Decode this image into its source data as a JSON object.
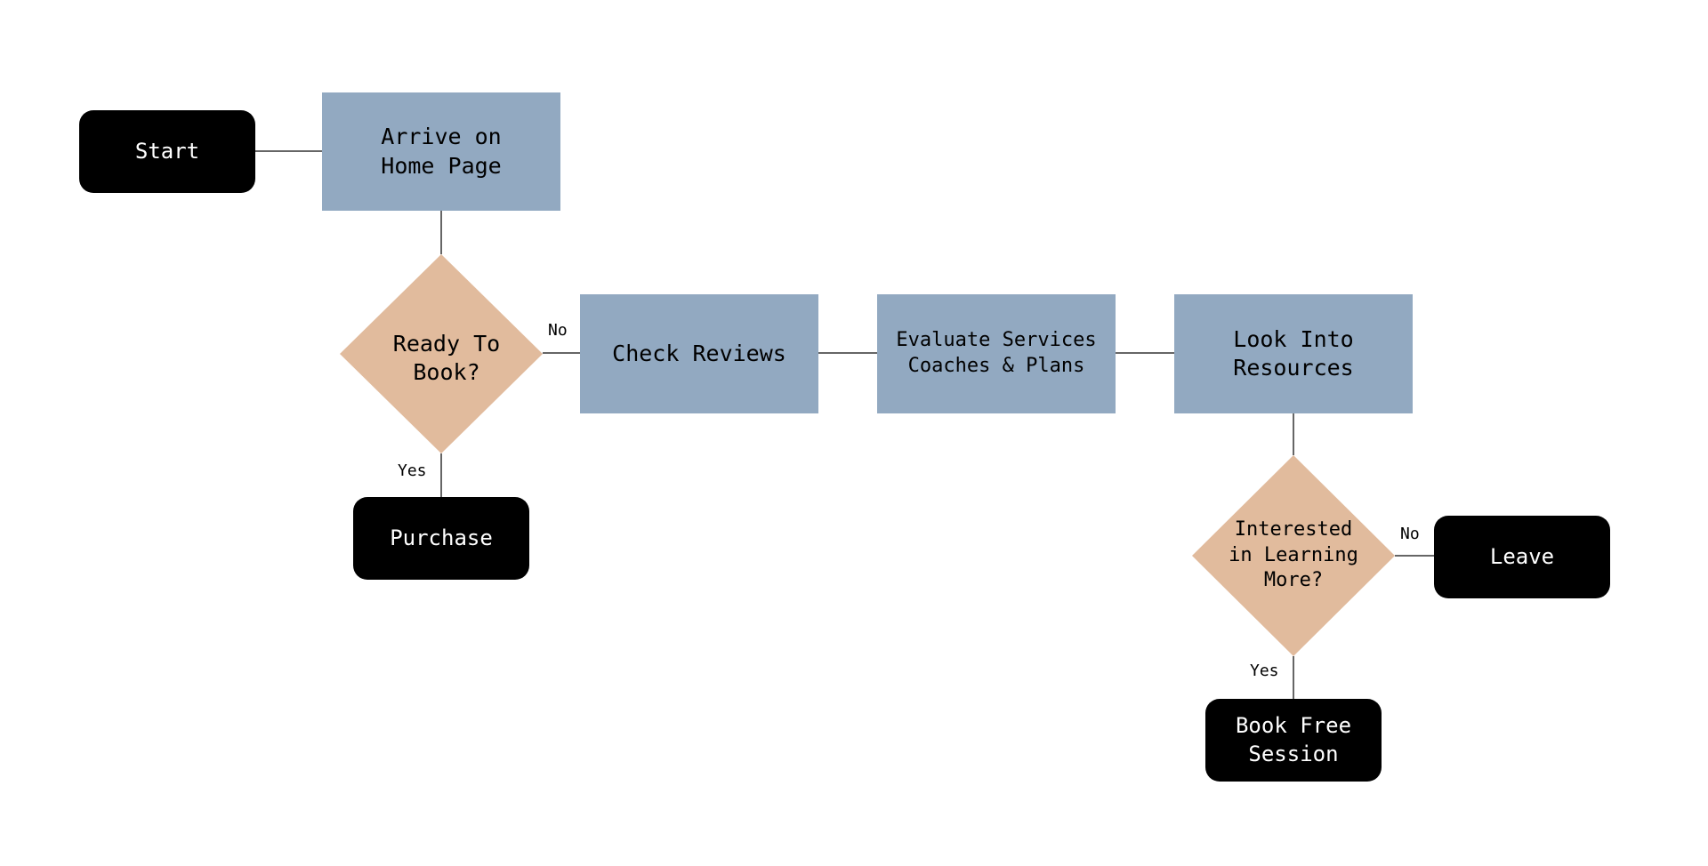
{
  "colors": {
    "terminal": "#000000",
    "process": "#92a9c1",
    "decision": "#e1bb9d",
    "connector": "#333333"
  },
  "nodes": {
    "start": "Start",
    "arrive_home": "Arrive on\nHome Page",
    "ready_to_book": "Ready To\nBook?",
    "purchase": "Purchase",
    "check_reviews": "Check Reviews",
    "evaluate_services": "Evaluate Services\nCoaches & Plans",
    "look_into_resources": "Look Into\nResources",
    "interested": "Interested\nin Learning\nMore?",
    "leave": "Leave",
    "book_free_session": "Book Free\nSession"
  },
  "edges": {
    "ready_no": "No",
    "ready_yes": "Yes",
    "interested_no": "No",
    "interested_yes": "Yes"
  }
}
